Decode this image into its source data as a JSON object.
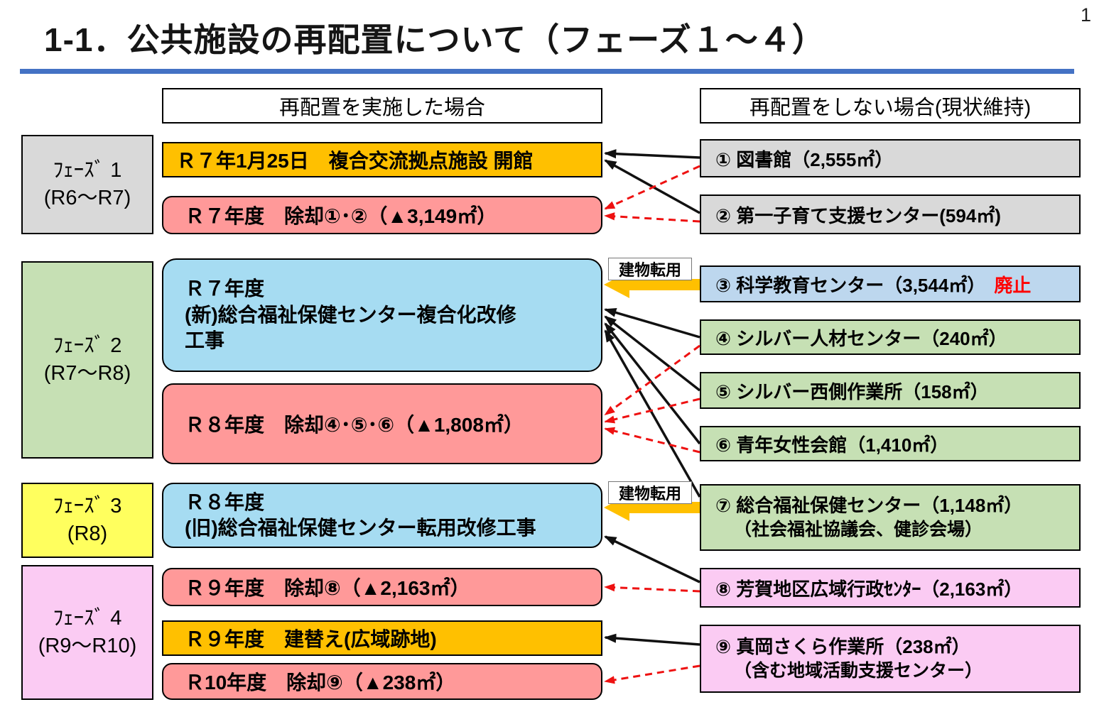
{
  "page": {
    "number": "1",
    "title": "1-1．公共施設の再配置について（フェーズ１～４）"
  },
  "headers": {
    "left": "再配置を実施した場合",
    "right": "再配置をしない場合(現状維持)"
  },
  "phases": [
    {
      "name": "ﾌｪｰｽﾞ 1",
      "range": "(R6～R7)",
      "color": "#D9D9D9"
    },
    {
      "name": "ﾌｪｰｽﾞ 2",
      "range": "(R7～R8)",
      "color": "#C6E0B4"
    },
    {
      "name": "ﾌｪｰｽﾞ 3",
      "range": "(R8)",
      "color": "#FFFF5E"
    },
    {
      "name": "ﾌｪｰｽﾞ 4",
      "range": "(R9～R10)",
      "color": "#FBCBF3"
    }
  ],
  "middle": {
    "open": {
      "label": "Ｒ７年1月25日　複合交流拠点施設 開館"
    },
    "dem12": {
      "label": "Ｒ７年度　除却①･②（▲3,149㎡）"
    },
    "renov2": {
      "line1": "Ｒ７年度",
      "line2": "(新)総合福祉保健センター複合化改修",
      "line3": "工事"
    },
    "dem456": {
      "label": "Ｒ８年度　除却④･⑤･⑥（▲1,808㎡）"
    },
    "renov3": {
      "line1": "Ｒ８年度",
      "line2": "(旧)総合福祉保健センター転用改修工事"
    },
    "dem8": {
      "label": "Ｒ９年度　除却⑧（▲2,163㎡）"
    },
    "rebuild": {
      "label": "Ｒ９年度　建替え(広域跡地)"
    },
    "dem9": {
      "label": "Ｒ10年度　除却⑨（▲238㎡）"
    }
  },
  "facilities": {
    "f1": {
      "label": "① 図書館（2,555㎡）"
    },
    "f2": {
      "label": "② 第一子育て支援センター(594㎡)"
    },
    "f3": {
      "label": "③ 科学教育センター（3,544㎡）",
      "status": "廃止"
    },
    "f4": {
      "label": "④ シルバー人材センター（240㎡）"
    },
    "f5": {
      "label": "⑤ シルバー西側作業所（158㎡）"
    },
    "f6": {
      "label": "⑥ 青年女性会館（1,410㎡）"
    },
    "f7": {
      "label": "⑦ 総合福祉保健センター（1,148㎡）",
      "sub": "（社会福祉協議会、健診会場）"
    },
    "f8": {
      "label": "⑧ 芳賀地区広域行政ｾﾝﾀｰ（2,163㎡）"
    },
    "f9": {
      "label": "⑨ 真岡さくら作業所（238㎡）",
      "sub": "（含む地域活動支援センター）"
    }
  },
  "arrows": {
    "transfer_label": "建物転用",
    "connections": [
      {
        "from": "f1",
        "to": "open",
        "type": "move"
      },
      {
        "from": "f2",
        "to": "open",
        "type": "move"
      },
      {
        "from": "f1",
        "to": "dem12",
        "type": "demolish"
      },
      {
        "from": "f2",
        "to": "dem12",
        "type": "demolish"
      },
      {
        "from": "f3",
        "to": "renov2",
        "type": "transfer"
      },
      {
        "from": "f4",
        "to": "renov2",
        "type": "move"
      },
      {
        "from": "f5",
        "to": "renov2",
        "type": "move"
      },
      {
        "from": "f6",
        "to": "renov2",
        "type": "move"
      },
      {
        "from": "f7",
        "to": "renov2",
        "type": "move"
      },
      {
        "from": "f4",
        "to": "dem456",
        "type": "demolish"
      },
      {
        "from": "f5",
        "to": "dem456",
        "type": "demolish"
      },
      {
        "from": "f6",
        "to": "dem456",
        "type": "demolish"
      },
      {
        "from": "f7",
        "to": "renov3",
        "type": "transfer"
      },
      {
        "from": "f8",
        "to": "renov3",
        "type": "move"
      },
      {
        "from": "f8",
        "to": "dem8",
        "type": "demolish"
      },
      {
        "from": "f9",
        "to": "rebuild",
        "type": "move"
      },
      {
        "from": "f9",
        "to": "dem9",
        "type": "demolish"
      }
    ]
  },
  "colors": {
    "accent_underline": "#4472C4",
    "orange": "#FFC000",
    "pink": "#FF9999",
    "blue": "#A6DCF2",
    "blue_light": "#BDD7EE",
    "green": "#C6E0B4",
    "gray": "#D9D9D9",
    "yellow": "#FFFF5E",
    "magenta": "#FBCBF3",
    "status_red": "#FF0000"
  }
}
